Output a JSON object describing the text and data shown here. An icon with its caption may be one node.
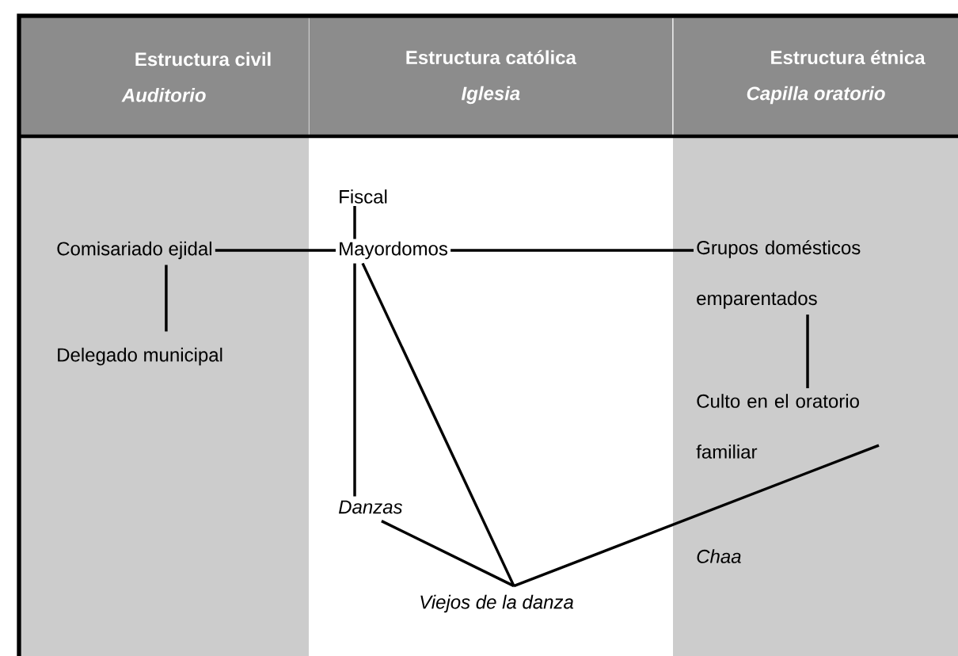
{
  "diagram": {
    "nodes": [
      {
        "text": [
          "Estructura civil",
          "*Auditorio*"
        ]
      },
      {
        "text": [
          "Estructura católica",
          "*Iglesia*"
        ]
      },
      {
        "text": [
          "Estructura étnica",
          "*Capilla oratorio*"
        ]
      },
      {
        "text": [
          "Comisariado ejidal"
        ]
      },
      {
        "text": [
          "Delegado municipal"
        ]
      },
      {
        "text": [
          "Fiscal"
        ]
      },
      {
        "text": [
          "Mayordomos"
        ]
      },
      {
        "text": [
          "*Danzas*"
        ]
      },
      {
        "text": [
          "*Viejos de la danza*"
        ]
      },
      {
        "text": [
          "Grupos domésticos emparentados"
        ]
      },
      {
        "text": [
          "Culto en el oratorio familiar"
        ]
      },
      {
        "text": [
          "*Chaa*"
        ]
      }
    ],
    "edges": [
      {
        "from": 3,
        "to": 4,
        "arrow": "none"
      },
      {
        "from": 3,
        "to": 6,
        "arrow": "none"
      },
      {
        "from": 5,
        "to": 6,
        "arrow": "none"
      },
      {
        "from": 6,
        "to": 9,
        "arrow": "none"
      },
      {
        "from": 6,
        "to": 7,
        "arrow": "none"
      },
      {
        "from": 6,
        "to": 8,
        "arrow": "none"
      },
      {
        "from": 7,
        "to": 8,
        "arrow": "none"
      },
      {
        "from": 9,
        "to": 10,
        "arrow": "none"
      },
      {
        "from": 8,
        "to": 10,
        "arrow": "none"
      }
    ]
  }
}
